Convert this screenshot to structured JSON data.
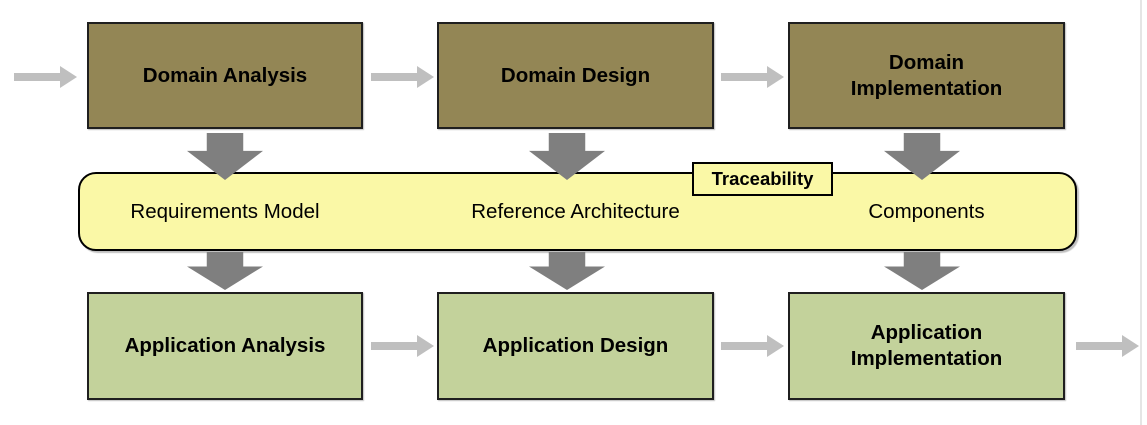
{
  "rows": {
    "top": [
      {
        "label": "Domain Analysis"
      },
      {
        "label": "Domain Design"
      },
      {
        "label": "Domain Implementation"
      }
    ],
    "bottom": [
      {
        "label": "Application Analysis"
      },
      {
        "label": "Application Design"
      },
      {
        "label": "Application Implementation"
      }
    ]
  },
  "band": {
    "tag": "Traceability",
    "items": [
      "Requirements Model",
      "Reference Architecture",
      "Components"
    ]
  },
  "icons": {
    "horizontal_flow_arrow": "right-arrow",
    "vertical_trace_arrow": "down-arrow"
  },
  "colors": {
    "background": "#FFFFFF",
    "domain-box-fill": "#938655",
    "application-box-fill": "#C3D29B",
    "band-fill": "#FAF8A6",
    "box-border": "#1F1F1F",
    "flow-arrow": "#BFBFBF",
    "trace-arrow": "#7F7F7F",
    "page-line": "#E5E5E5",
    "text": "#000000"
  }
}
